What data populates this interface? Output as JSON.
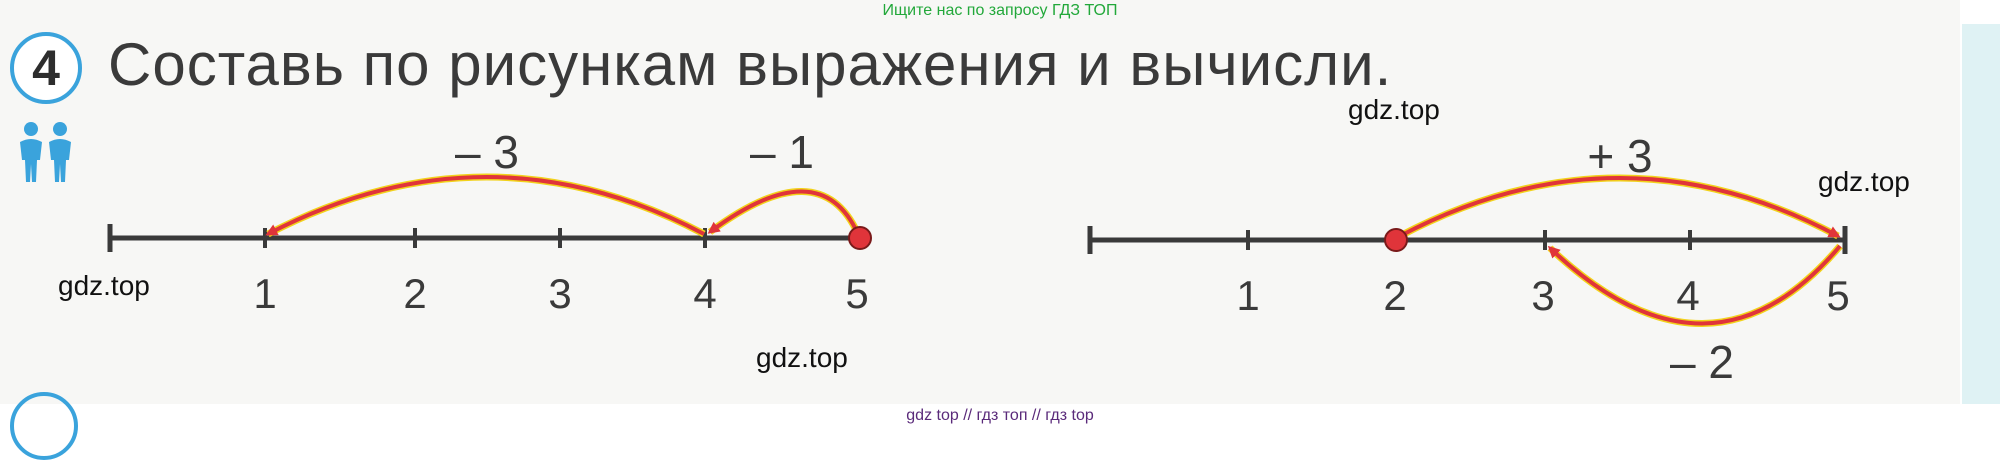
{
  "banner": "Ищите нас по запросу ГДЗ ТОП",
  "footer": "gdz top  //  гдз топ  //  гдз top",
  "task": {
    "number": "4",
    "title": "Составь по рисункам выражения и вычисли."
  },
  "watermarks": [
    "gdz.top",
    "gdz.top",
    "gdz.top",
    "gdz.top"
  ],
  "colors": {
    "arrow": "#e0343a",
    "arrow_edge": "#f2d21b",
    "axis": "#3a3a3a",
    "accent": "#3aa3dc",
    "banner": "#22a83a",
    "footer": "#5a2a7a"
  },
  "icons": [
    "pair-work-icon"
  ],
  "number_lines": [
    {
      "ticks": [
        "1",
        "2",
        "3",
        "4",
        "5"
      ],
      "start_point": "5",
      "jumps": [
        {
          "label": "– 1",
          "from": 5,
          "to": 4
        },
        {
          "label": "– 3",
          "from": 4,
          "to": 1
        }
      ]
    },
    {
      "ticks": [
        "1",
        "2",
        "3",
        "4",
        "5"
      ],
      "start_point": "2",
      "jumps": [
        {
          "label": "+ 3",
          "from": 2,
          "to": 5
        },
        {
          "label": "– 2",
          "from": 5,
          "to": 3
        }
      ]
    }
  ]
}
